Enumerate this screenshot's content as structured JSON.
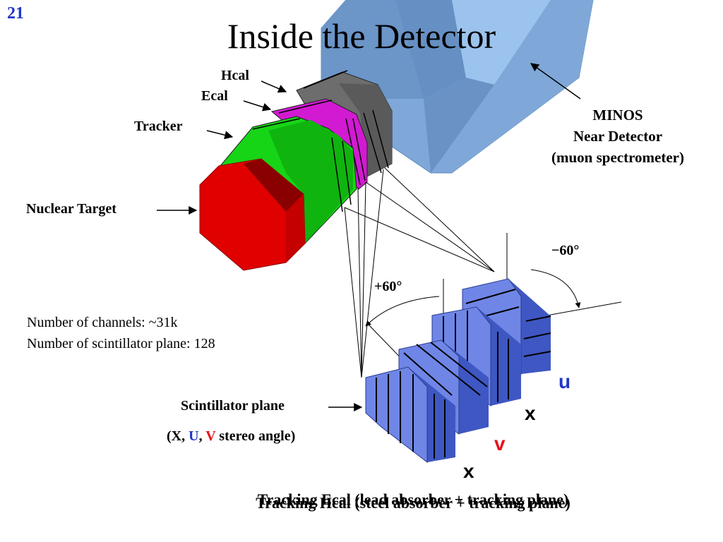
{
  "slide_number": "21",
  "title": "Inside the Detector",
  "labels": {
    "hcal": "Hcal",
    "ecal": "Ecal",
    "tracker": "Tracker",
    "nuclear_target": "Nuclear Target",
    "minos_line1": "MINOS",
    "minos_line2": "Near Detector",
    "minos_line3": "(muon spectrometer)",
    "minus60": "−60°",
    "plus60": "+60°",
    "scintillator_plane": "Scintillator plane",
    "stereo_open": "(X, ",
    "stereo_u": "U",
    "stereo_comma": ", ",
    "stereo_v": "V",
    "stereo_rest": " stereo angle)",
    "plane_u": "u",
    "plane_x1": "x",
    "plane_v": "v",
    "plane_x2": "x"
  },
  "info": {
    "channels": "Number of channels: ~31k",
    "planes": "Number of scintillator plane: 128"
  },
  "bottom": {
    "ecal_caption": "Tracking Ecal (lead absorber + tracking plane)",
    "hcal_caption": "Tracking Hcal (steel absorber + tracking plane)"
  },
  "colors": {
    "minos_blue": "#7fa8d8",
    "hcal_gray": "#6b6b6b",
    "ecal_magenta": "#d21ad2",
    "tracker_green": "#16d516",
    "target_red": "#e00000",
    "plane_blue": "#6f86e6",
    "u_color": "#1f36c9",
    "v_color": "#e8101a"
  }
}
